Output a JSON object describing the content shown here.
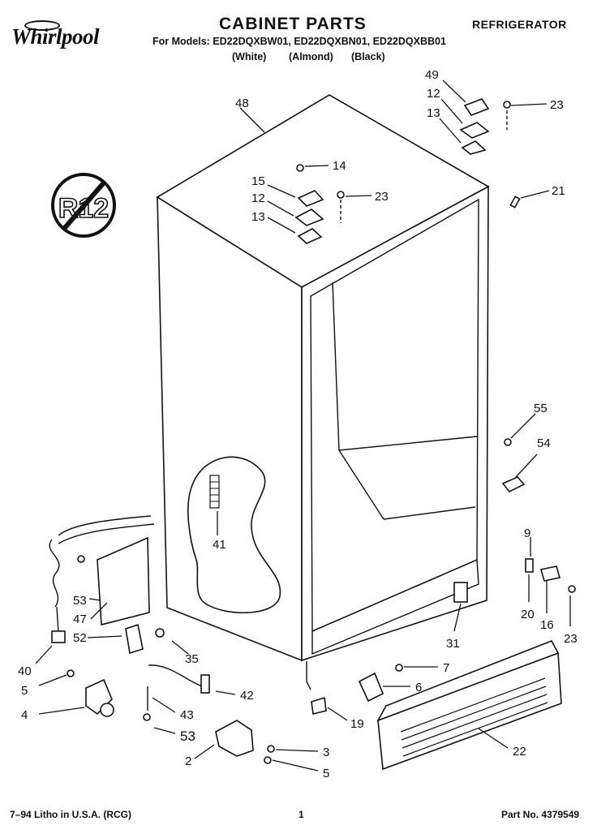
{
  "header": {
    "brand": "Whirlpool",
    "title": "CABINET PARTS",
    "category": "REFRIGERATOR",
    "models_line": "For Models: ED22DQXBW01, ED22DQXBN01, ED22DQXBB01",
    "color_white": "(White)",
    "color_almond": "(Almond)",
    "color_black": "(Black)"
  },
  "badge": {
    "text": "R12",
    "icon": "no-r12-icon"
  },
  "callouts": {
    "c48": "48",
    "c49": "49",
    "c12a": "12",
    "c13a": "13",
    "c23a": "23",
    "c21": "21",
    "c14": "14",
    "c15": "15",
    "c12b": "12",
    "c13b": "13",
    "c23b": "23",
    "c55": "55",
    "c54": "54",
    "c41": "41",
    "c9": "9",
    "c20": "20",
    "c16": "16",
    "c23c": "23",
    "c31": "31",
    "c53a": "53",
    "c47": "47",
    "c52": "52",
    "c35": "35",
    "c40": "40",
    "c5a": "5",
    "c4": "4",
    "c42": "42",
    "c43": "43",
    "c53b": "53",
    "c7": "7",
    "c6": "6",
    "c19": "19",
    "c22": "22",
    "c3": "3",
    "c5b": "5",
    "c2": "2"
  },
  "footer": {
    "litho": "7–94 Litho in U.S.A. (RCG)",
    "page": "1",
    "part_no": "Part No. 4379549"
  }
}
